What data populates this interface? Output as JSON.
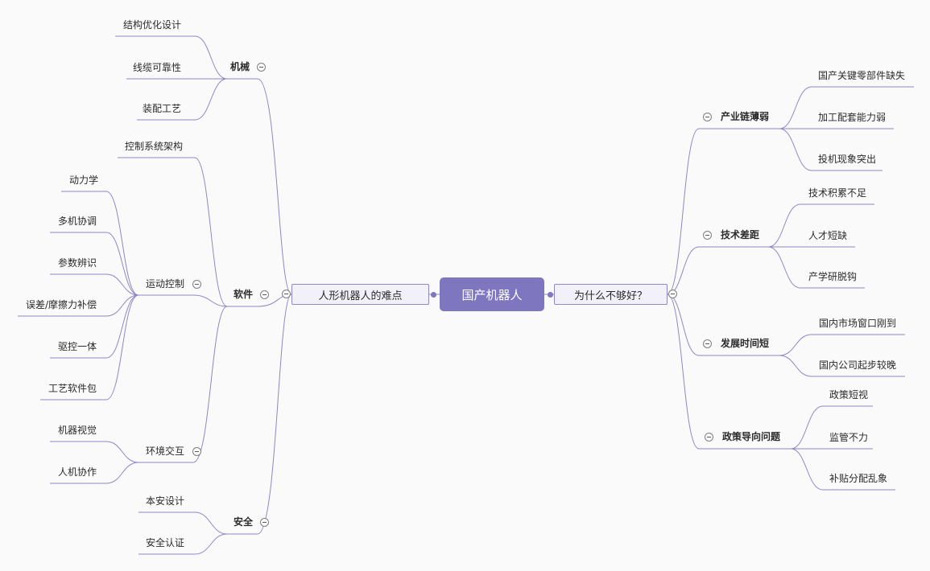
{
  "root": {
    "label": "国产机器人"
  },
  "left_main": {
    "label": "人形机器人的难点",
    "branches": [
      {
        "label": "机械",
        "children": [
          "结构优化设计",
          "线缆可靠性",
          "装配工艺"
        ]
      },
      {
        "label": "软件",
        "children": [
          {
            "label": "控制系统架构"
          },
          {
            "label": "运动控制",
            "children": [
              "动力学",
              "多机协调",
              "参数辨识",
              "误差/摩擦力补偿",
              "驱控一体",
              "工艺软件包"
            ]
          },
          {
            "label": "环境交互",
            "children": [
              "机器视觉",
              "人机协作"
            ]
          }
        ]
      },
      {
        "label": "安全",
        "children": [
          "本安设计",
          "安全认证"
        ]
      }
    ]
  },
  "right_main": {
    "label": "为什么不够好？",
    "branches": [
      {
        "label": "产业链薄弱",
        "children": [
          "国产关键零部件缺失",
          "加工配套能力弱",
          "投机现象突出"
        ]
      },
      {
        "label": "技术差距",
        "children": [
          "技术积累不足",
          "人才短缺",
          "产学研脱钩"
        ]
      },
      {
        "label": "发展时间短",
        "children": [
          "国内市场窗口刚到",
          "国内公司起步较晚"
        ]
      },
      {
        "label": "政策导向问题",
        "children": [
          "政策短视",
          "监管不力",
          "补贴分配乱象"
        ]
      }
    ]
  }
}
